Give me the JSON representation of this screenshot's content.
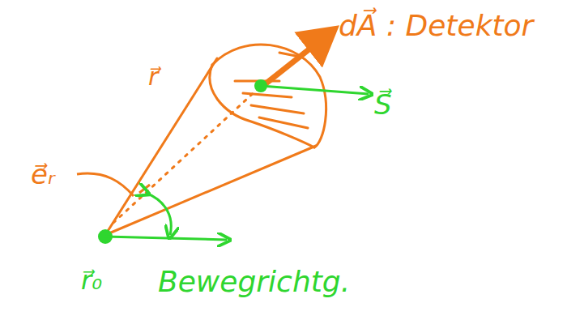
{
  "diagram": {
    "labels": [
      "dA⃗ : Detektor",
      "S⃗",
      "r⃗",
      "e⃗ᵣ",
      "r⃗₀",
      "Bewegrichtg."
    ]
  }
}
